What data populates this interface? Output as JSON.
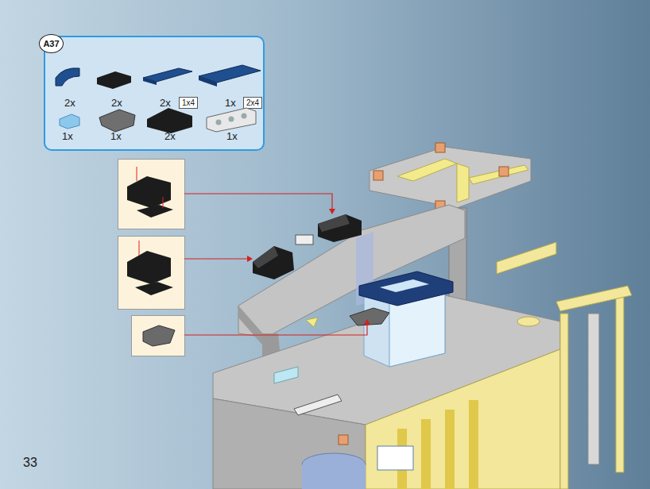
{
  "diagram": {
    "nodes": [
      {
        "text": [
          "A37"
        ]
      },
      {
        "text": [
          "1x4"
        ],
        "in": 0
      },
      {
        "text": [
          "2x4"
        ],
        "in": 0
      }
    ],
    "labels": [
      "2x",
      "2x",
      "2x",
      "1x",
      "1x",
      "1x",
      "2x",
      "1x",
      "33"
    ]
  }
}
